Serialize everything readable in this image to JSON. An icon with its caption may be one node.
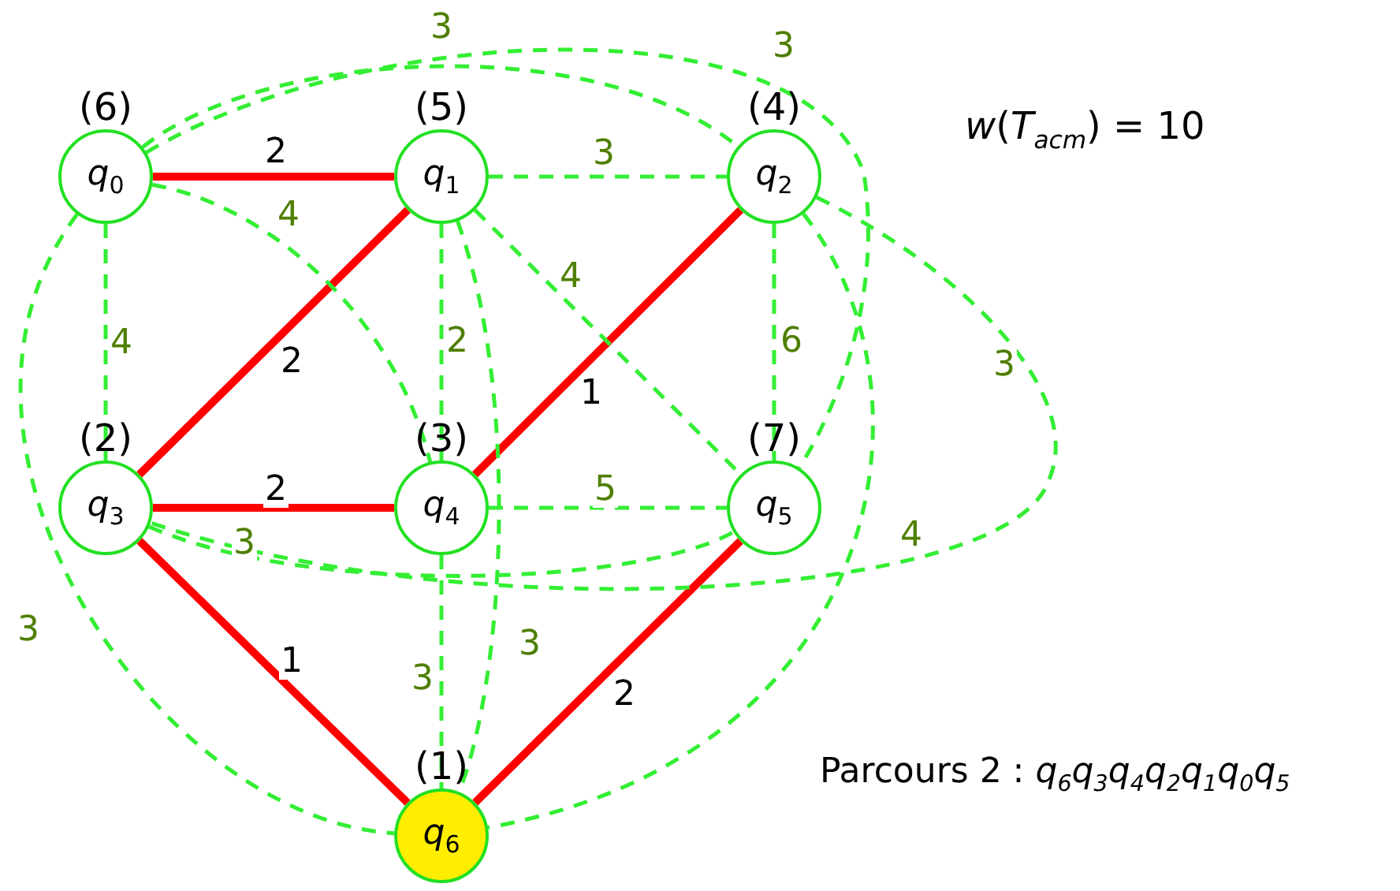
{
  "diagram": {
    "nodes": [
      {
        "text": [
          "*q*$_{0}$"
        ],
        "beside": [
          "(6)"
        ]
      },
      {
        "text": [
          "*q*$_{1}$"
        ],
        "beside": [
          "(5)"
        ]
      },
      {
        "text": [
          "*q*$_{2}$"
        ],
        "beside": [
          "(4)"
        ]
      },
      {
        "text": [
          "*q*$_{3}$"
        ],
        "beside": [
          "(2)"
        ]
      },
      {
        "text": [
          "*q*$_{4}$"
        ],
        "beside": [
          "(3)"
        ]
      },
      {
        "text": [
          "*q*$_{5}$"
        ],
        "beside": [
          "(7)"
        ]
      },
      {
        "text": [
          "*q*$_{6}$"
        ],
        "beside": [
          "(1)"
        ]
      }
    ],
    "edges": [
      {
        "from": 0,
        "to": 1,
        "arrow": "none",
        "label": "2",
        "style": "thick",
        "color": "#ff0000"
      },
      {
        "from": 1,
        "to": 3,
        "arrow": "none",
        "label": "2",
        "style": "thick",
        "color": "#ff0000"
      },
      {
        "from": 3,
        "to": 4,
        "arrow": "none",
        "label": "2",
        "style": "thick",
        "color": "#ff0000"
      },
      {
        "from": 4,
        "to": 2,
        "arrow": "none",
        "label": "1",
        "style": "thick",
        "color": "#ff0000"
      },
      {
        "from": 3,
        "to": 6,
        "arrow": "none",
        "label": "1",
        "style": "thick",
        "color": "#ff0000"
      },
      {
        "from": 6,
        "to": 5,
        "arrow": "none",
        "label": "2",
        "style": "thick",
        "color": "#ff0000"
      },
      {
        "from": 0,
        "to": 2,
        "arrow": "none",
        "label": "3",
        "style": "dashed"
      },
      {
        "from": 0,
        "to": 5,
        "arrow": "none",
        "label": "3",
        "style": "dashed"
      },
      {
        "from": 1,
        "to": 2,
        "arrow": "none",
        "label": "3",
        "style": "dashed"
      },
      {
        "from": 0,
        "to": 3,
        "arrow": "none",
        "label": "4",
        "style": "dashed"
      },
      {
        "from": 0,
        "to": 4,
        "arrow": "none",
        "label": "4",
        "style": "dashed"
      },
      {
        "from": 1,
        "to": 4,
        "arrow": "none",
        "label": "2",
        "style": "dashed"
      },
      {
        "from": 1,
        "to": 5,
        "arrow": "none",
        "label": "4",
        "style": "dashed"
      },
      {
        "from": 2,
        "to": 5,
        "arrow": "none",
        "label": "6",
        "style": "dashed"
      },
      {
        "from": 4,
        "to": 5,
        "arrow": "none",
        "label": "5",
        "style": "dashed"
      },
      {
        "from": 4,
        "to": 6,
        "arrow": "none",
        "label": "3",
        "style": "dashed"
      },
      {
        "from": 1,
        "to": 6,
        "arrow": "none",
        "label": "3",
        "style": "dashed"
      },
      {
        "from": 3,
        "to": 5,
        "arrow": "none",
        "label": "3",
        "style": "dashed"
      },
      {
        "from": 2,
        "to": 3,
        "arrow": "none",
        "label": "3",
        "style": "dashed"
      },
      {
        "from": 2,
        "to": 6,
        "arrow": "none",
        "label": "4",
        "style": "dashed"
      },
      {
        "from": 0,
        "to": 6,
        "arrow": "none",
        "label": "3",
        "style": "dashed"
      }
    ],
    "labels": [
      "*w*(*T*$_{acm}$) = 10",
      "Parcours 2 : *q*$_{6}$*q*$_{3}$*q*$_{4}$*q*$_{2}$*q*$_{1}$*q*$_{0}$*q*$_{5}$"
    ]
  }
}
